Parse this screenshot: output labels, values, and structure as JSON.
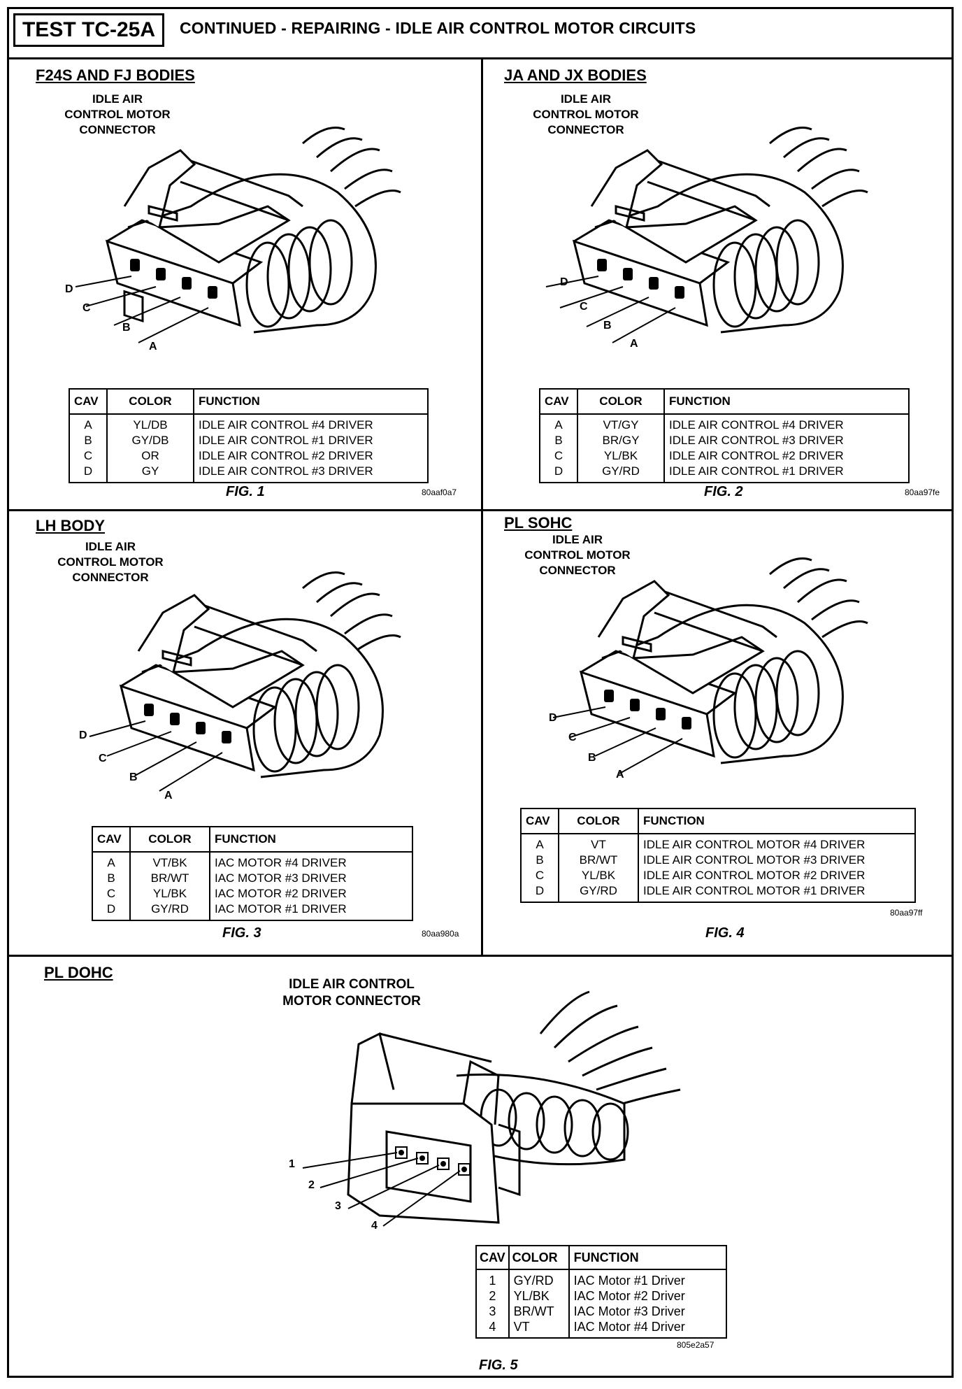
{
  "header": {
    "test_id": "TEST TC-25A",
    "title": "CONTINUED - REPAIRING - IDLE AIR CONTROL MOTOR CIRCUITS"
  },
  "panels": [
    {
      "title": "F24S AND FJ BODIES",
      "connector_label": [
        "IDLE AIR",
        "CONTROL MOTOR",
        "CONNECTOR"
      ],
      "pins": [
        "D",
        "C",
        "B",
        "A"
      ],
      "headers": [
        "CAV",
        "COLOR",
        "FUNCTION"
      ],
      "rows": [
        {
          "cav": "A",
          "color": "YL/DB",
          "function": "IDLE AIR CONTROL #4 DRIVER"
        },
        {
          "cav": "B",
          "color": "GY/DB",
          "function": "IDLE AIR CONTROL #1 DRIVER"
        },
        {
          "cav": "C",
          "color": "OR",
          "function": "IDLE AIR CONTROL #2 DRIVER"
        },
        {
          "cav": "D",
          "color": "GY",
          "function": "IDLE AIR CONTROL #3 DRIVER"
        }
      ],
      "figure": "FIG. 1",
      "code": "80aaf0a7"
    },
    {
      "title": "JA AND JX BODIES",
      "connector_label": [
        "IDLE AIR",
        "CONTROL MOTOR",
        "CONNECTOR"
      ],
      "pins": [
        "D",
        "C",
        "B",
        "A"
      ],
      "headers": [
        "CAV",
        "COLOR",
        "FUNCTION"
      ],
      "rows": [
        {
          "cav": "A",
          "color": "VT/GY",
          "function": "IDLE AIR CONTROL #4 DRIVER"
        },
        {
          "cav": "B",
          "color": "BR/GY",
          "function": "IDLE AIR CONTROL #3 DRIVER"
        },
        {
          "cav": "C",
          "color": "YL/BK",
          "function": "IDLE AIR CONTROL #2 DRIVER"
        },
        {
          "cav": "D",
          "color": "GY/RD",
          "function": "IDLE AIR CONTROL #1 DRIVER"
        }
      ],
      "figure": "FIG. 2",
      "code": "80aa97fe"
    },
    {
      "title": "LH BODY",
      "connector_label": [
        "IDLE AIR",
        "CONTROL MOTOR",
        "CONNECTOR"
      ],
      "pins": [
        "D",
        "C",
        "B",
        "A"
      ],
      "headers": [
        "CAV",
        "COLOR",
        "FUNCTION"
      ],
      "rows": [
        {
          "cav": "A",
          "color": "VT/BK",
          "function": "IAC MOTOR #4 DRIVER"
        },
        {
          "cav": "B",
          "color": "BR/WT",
          "function": "IAC MOTOR #3 DRIVER"
        },
        {
          "cav": "C",
          "color": "YL/BK",
          "function": "IAC MOTOR #2 DRIVER"
        },
        {
          "cav": "D",
          "color": "GY/RD",
          "function": "IAC MOTOR #1 DRIVER"
        }
      ],
      "figure": "FIG. 3",
      "code": "80aa980a"
    },
    {
      "title": "PL SOHC",
      "connector_label": [
        "IDLE AIR",
        "CONTROL MOTOR",
        "CONNECTOR"
      ],
      "pins": [
        "D",
        "C",
        "B",
        "A"
      ],
      "headers": [
        "CAV",
        "COLOR",
        "FUNCTION"
      ],
      "rows": [
        {
          "cav": "A",
          "color": "VT",
          "function": "IDLE AIR CONTROL MOTOR #4 DRIVER"
        },
        {
          "cav": "B",
          "color": "BR/WT",
          "function": "IDLE AIR CONTROL MOTOR #3 DRIVER"
        },
        {
          "cav": "C",
          "color": "YL/BK",
          "function": "IDLE AIR CONTROL MOTOR #2 DRIVER"
        },
        {
          "cav": "D",
          "color": "GY/RD",
          "function": "IDLE AIR CONTROL MOTOR #1 DRIVER"
        }
      ],
      "figure": "FIG. 4",
      "code": "80aa97ff"
    },
    {
      "title": "PL DOHC",
      "connector_label": [
        "IDLE AIR CONTROL",
        "MOTOR CONNECTOR"
      ],
      "pins": [
        "1",
        "2",
        "3",
        "4"
      ],
      "headers": [
        "CAV",
        "COLOR",
        "FUNCTION"
      ],
      "rows": [
        {
          "cav": "1",
          "color": "GY/RD",
          "function": "IAC Motor #1 Driver"
        },
        {
          "cav": "2",
          "color": "YL/BK",
          "function": "IAC Motor #2 Driver"
        },
        {
          "cav": "3",
          "color": "BR/WT",
          "function": "IAC Motor #3 Driver"
        },
        {
          "cav": "4",
          "color": "VT",
          "function": "IAC Motor #4 Driver"
        }
      ],
      "figure": "FIG. 5",
      "code": "805e2a57"
    }
  ]
}
